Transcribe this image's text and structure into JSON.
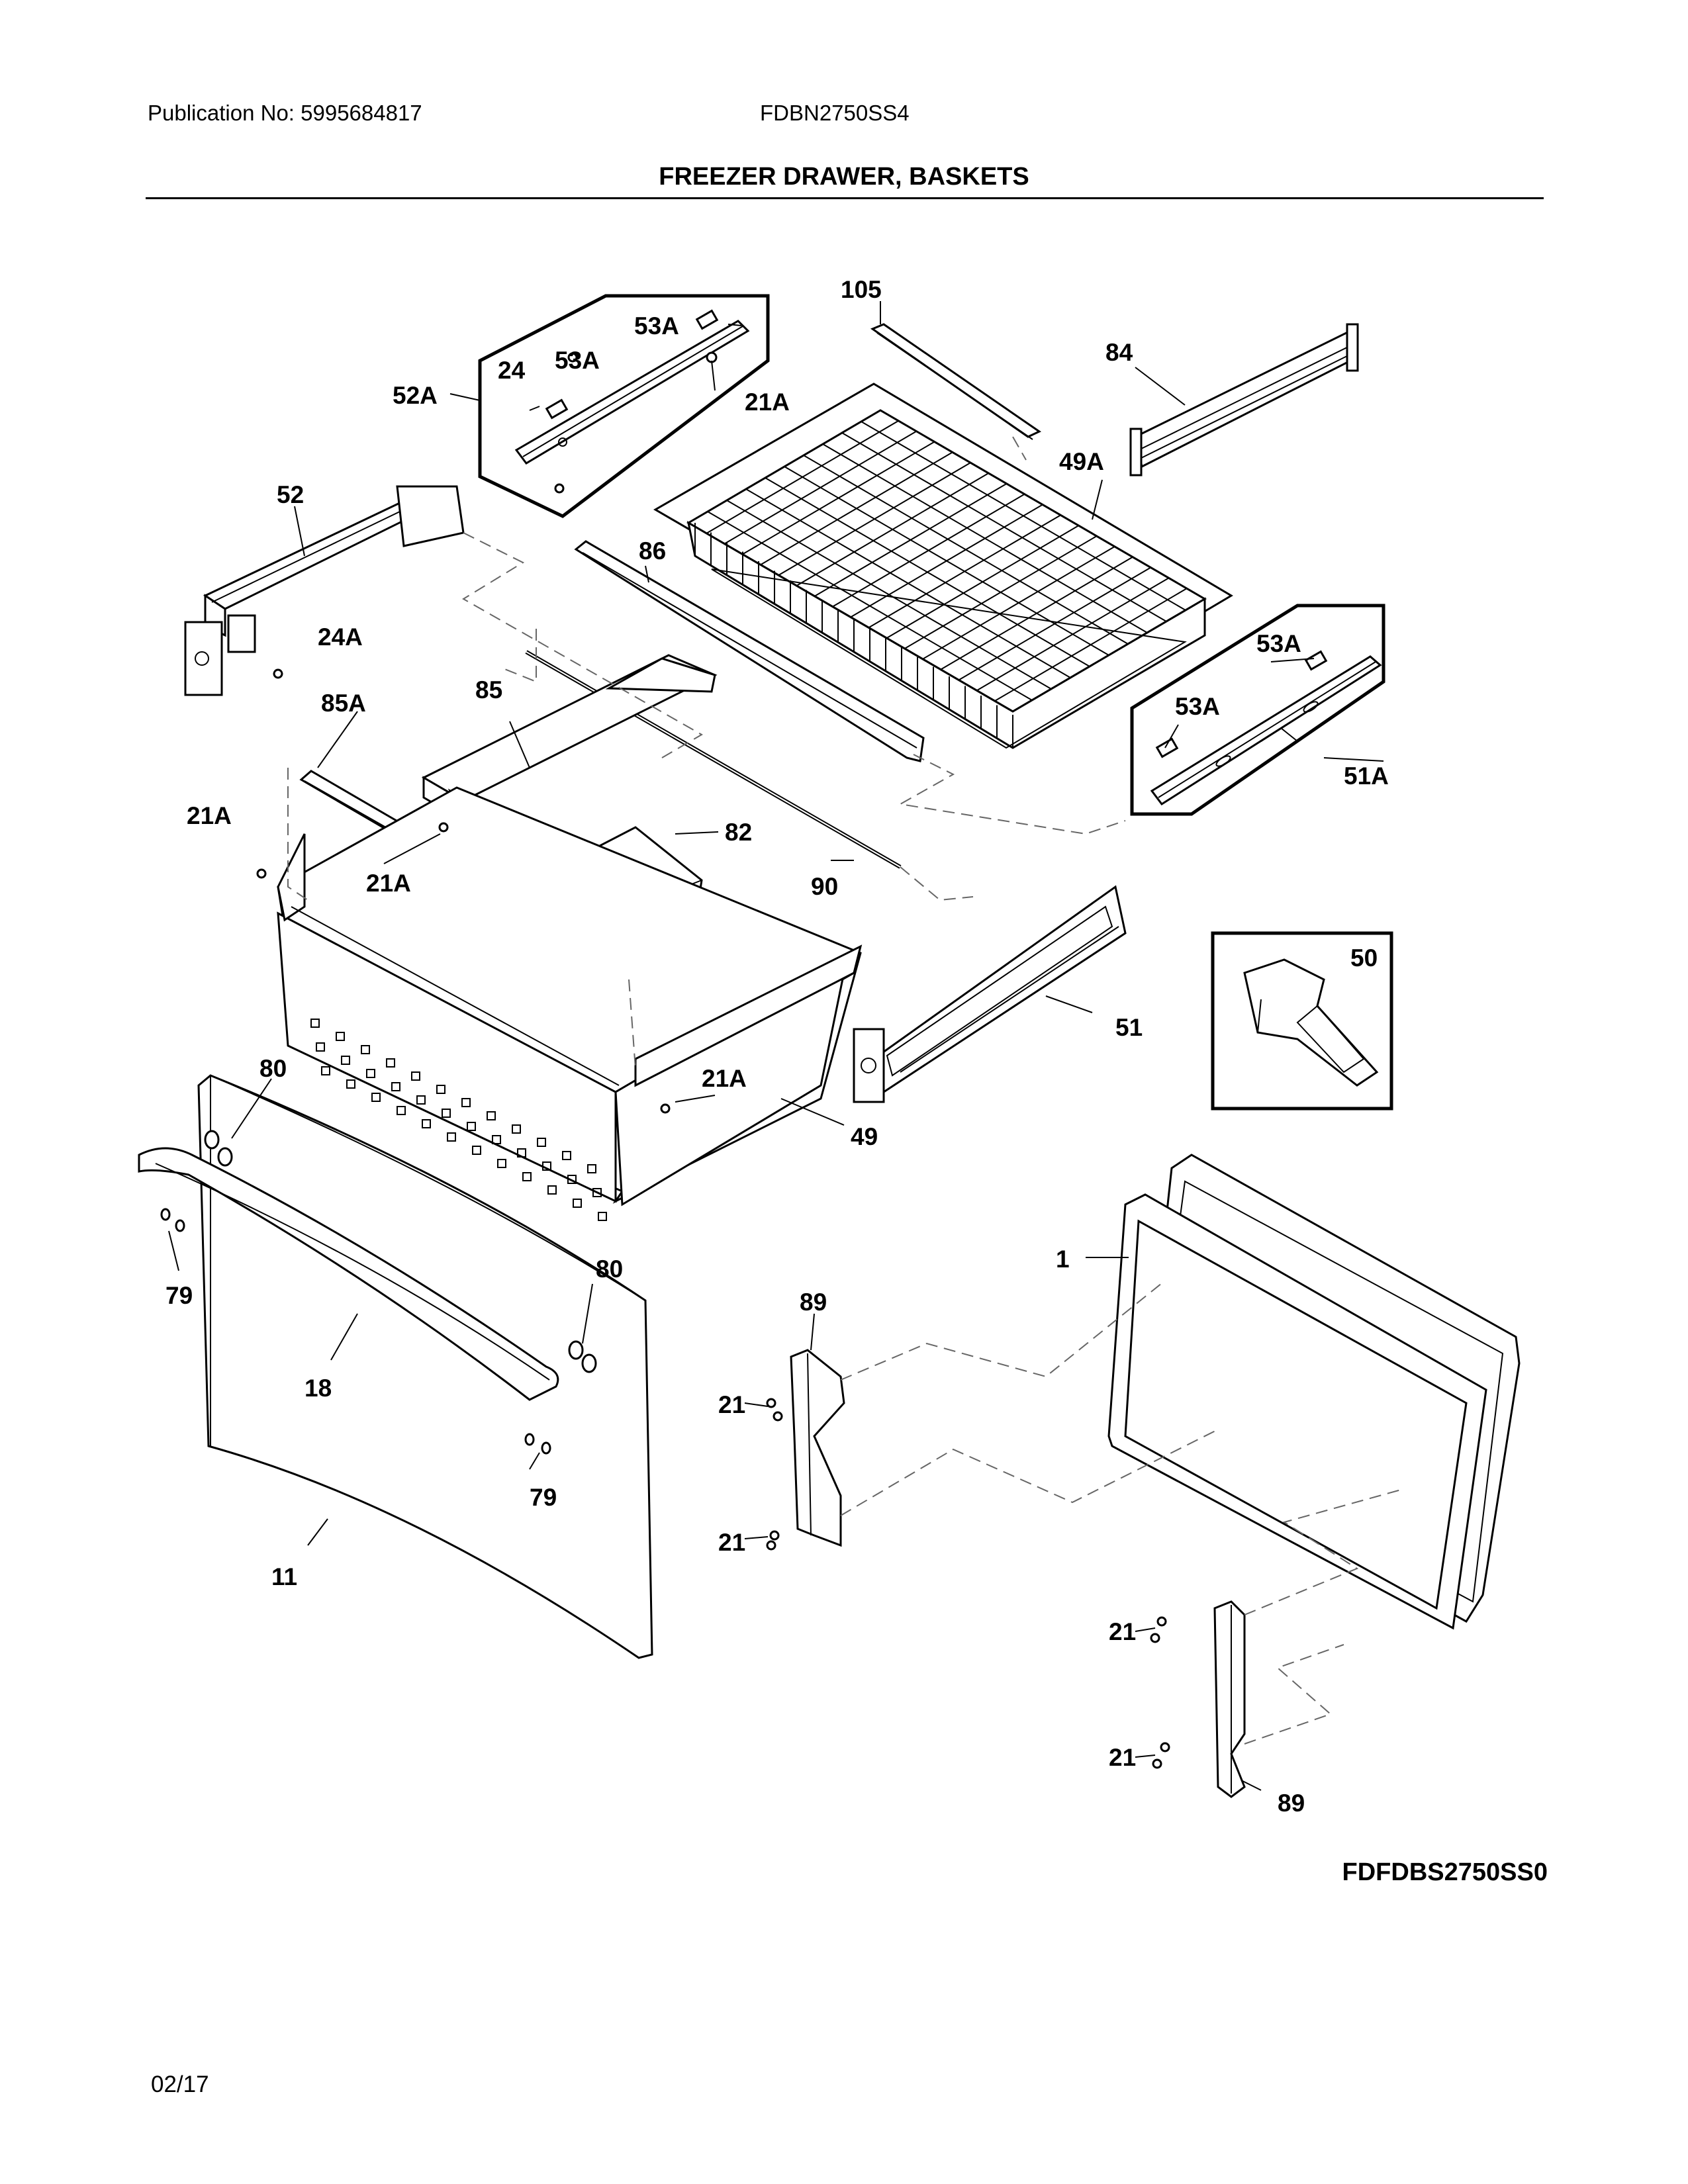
{
  "header": {
    "publication": "Publication No: 5995684817",
    "model": "FDBN2750SS4",
    "title": "FREEZER DRAWER, BASKETS"
  },
  "diagram": {
    "callouts": {
      "c105": "105",
      "c84": "84",
      "c53a_1": "53A",
      "c53a_2": "53A",
      "c24": "24",
      "c52a": "52A",
      "c21a_1": "21A",
      "c49a": "49A",
      "c52": "52",
      "c86": "86",
      "c24a": "24A",
      "c53a_3": "53A",
      "c53a_4": "53A",
      "c51a": "51A",
      "c85": "85",
      "c85a": "85A",
      "c21a_2": "21A",
      "c21a_3": "21A",
      "c82": "82",
      "c90": "90",
      "c50": "50",
      "c51": "51",
      "c80_1": "80",
      "c21a_4": "21A",
      "c49": "49",
      "c1": "1",
      "c79_1": "79",
      "c89_1": "89",
      "c80_2": "80",
      "c18": "18",
      "c21_1": "21",
      "c79_2": "79",
      "c21_2": "21",
      "c11": "11",
      "c21_3": "21",
      "c21_4": "21",
      "c89_2": "89"
    }
  },
  "footer": {
    "diagram_code": "FDFDBS2750SS0",
    "date": "02/17"
  }
}
